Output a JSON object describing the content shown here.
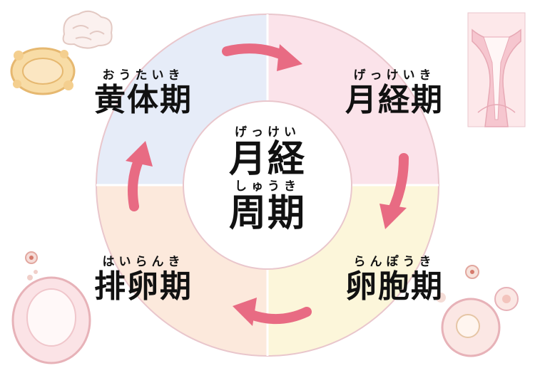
{
  "center": {
    "line1_ruby": "げっけい",
    "line1": "月経",
    "line2_ruby": "しゅうき",
    "line2": "周期"
  },
  "phases": [
    {
      "ruby": "げっけいき",
      "label": "月経期",
      "color": "#fbe3ea"
    },
    {
      "ruby": "らんぽうき",
      "label": "卵胞期",
      "color": "#fcf6da"
    },
    {
      "ruby": "はいらんき",
      "label": "排卵期",
      "color": "#fce9dc"
    },
    {
      "ruby": "おうたいき",
      "label": "黄体期",
      "color": "#e6ecf8"
    }
  ],
  "colors": {
    "arrow": "#e86b83",
    "ring_border": "#e9c6cc",
    "text": "#111111"
  }
}
